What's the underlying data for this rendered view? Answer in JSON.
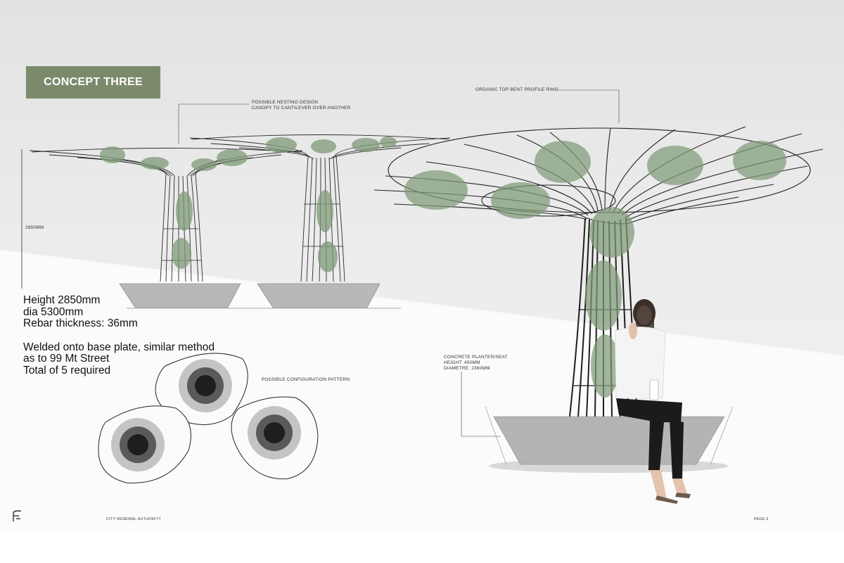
{
  "page": {
    "title": "CONCEPT THREE",
    "colors": {
      "title_bg": "#7c8a6c",
      "rebar": "#222222",
      "concrete": "#b4b4b4",
      "foliage": "#7f9a78"
    }
  },
  "annotations": {
    "nesting_line1": "POSSIBLE NESTING DESIGN",
    "nesting_line2": "CANOPY TO CANTILEVER OVER ANOTHER",
    "ring": "ORGANIC TOP BENT PROFILE RING",
    "height_dim": "2850MM",
    "config": "POSSIBLE CONFIGURATION PATTERN",
    "planter_title": "CONCRETE PLANTER/SEAT",
    "planter_height": "HEIGHT: 450MM",
    "planter_diameter": "DIAMETRE: 2360MM"
  },
  "specs": {
    "height": "Height 2850mm",
    "dia": "dia 5300mm",
    "rebar": "Rebar thickness: 36mm",
    "method1": "Welded onto base plate, similar method",
    "method2": "as to 99 Mt Street",
    "total": "Total of 5 required"
  },
  "footer": {
    "org": "CITY RENEWAL AUTHORITY",
    "page": "PAGE 6",
    "logo_icon": "f-logo-icon"
  }
}
